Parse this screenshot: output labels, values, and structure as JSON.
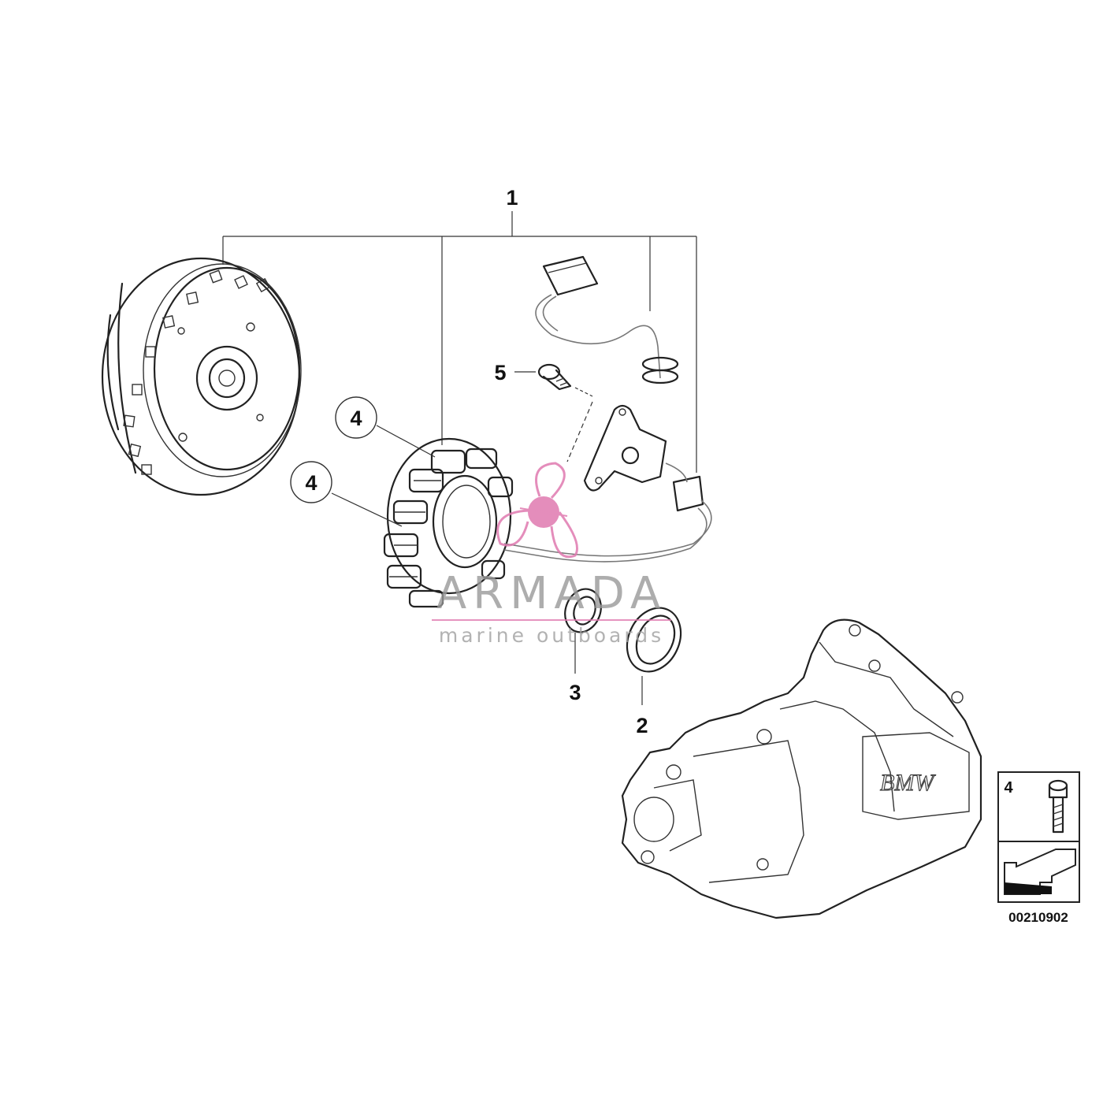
{
  "callouts": {
    "c1": "1",
    "c2": "2",
    "c3": "3",
    "c4a": "4",
    "c4b": "4",
    "c5": "5"
  },
  "legend": {
    "item_number": "4",
    "diagram_code": "00210902"
  },
  "watermark": {
    "title": "ARMADA",
    "subtitle": "marine outboards"
  },
  "housing_logo": "BMW",
  "colors": {
    "line": "#222222",
    "watermark_pink": "#e07ab0",
    "watermark_grey": "#999999"
  }
}
